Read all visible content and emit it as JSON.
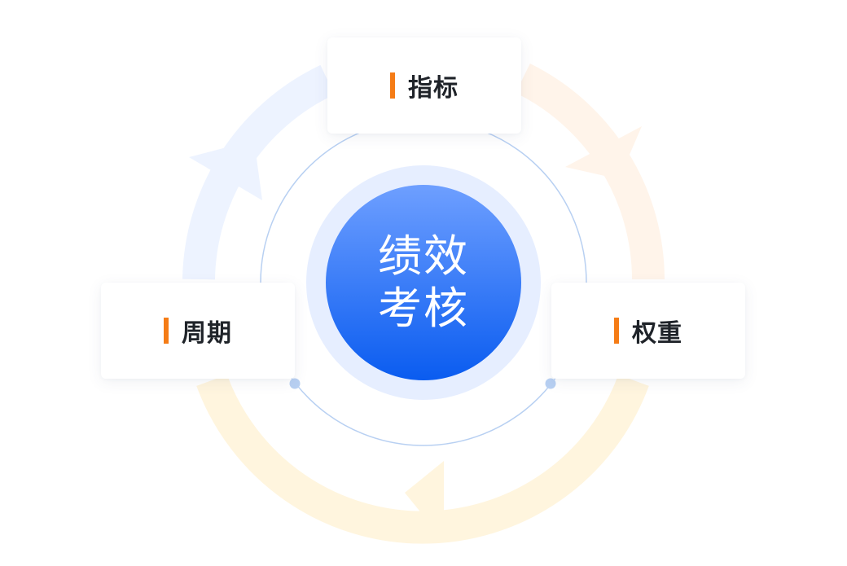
{
  "center": {
    "line1": "绩效",
    "line2": "考核"
  },
  "nodes": {
    "top": "指标",
    "left": "周期",
    "right": "权重"
  },
  "colors": {
    "accent_bar": "#f57c16",
    "center_gradient_top": "#6e9fff",
    "center_gradient_bottom": "#0a5cf0",
    "center_halo": "#e6eeff",
    "inner_ring": "#b8d0f2",
    "arrow_blue": "#edf3ff",
    "arrow_orange": "#fff4ea",
    "arrow_yellow": "#fff5de",
    "label_text": "#1f2329"
  }
}
